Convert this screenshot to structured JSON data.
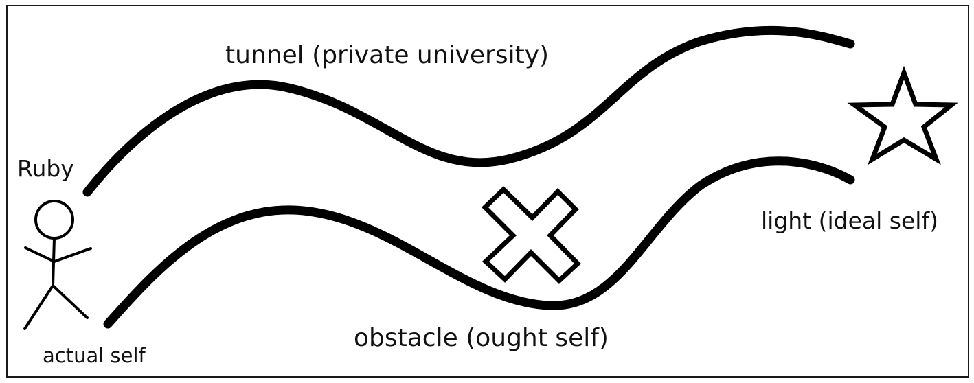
{
  "labels": {
    "tunnel": "tunnel (private university)",
    "person_name": "Ruby",
    "actual_self": "actual self",
    "ideal_self": "light (ideal self)",
    "obstacle": "obstacle (ought self)"
  },
  "icons": {
    "person": "stick-figure-icon",
    "ideal_self_marker": "star-icon",
    "obstacle_marker": "cross-icon"
  },
  "colors": {
    "stroke": "#000000",
    "background": "#ffffff",
    "text": "#111111"
  }
}
